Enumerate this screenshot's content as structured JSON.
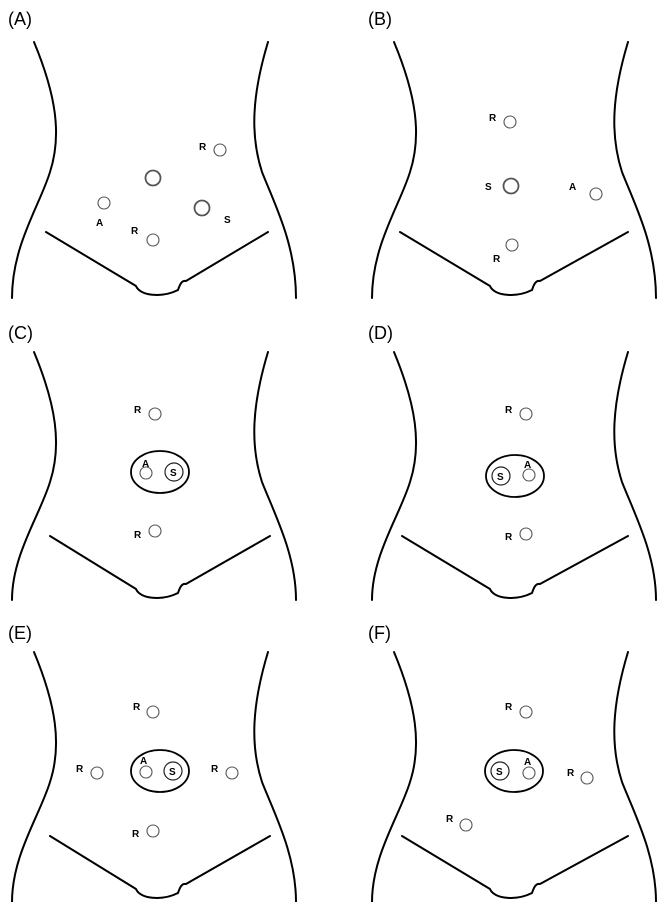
{
  "figure": {
    "panels": [
      {
        "id": "A",
        "label": "(A)",
        "ports": [
          {
            "kind": "R",
            "label": "R"
          },
          {
            "kind": "plain",
            "label": ""
          },
          {
            "kind": "A",
            "label": "A"
          },
          {
            "kind": "S",
            "label": "S"
          },
          {
            "kind": "R",
            "label": "R"
          }
        ]
      },
      {
        "id": "B",
        "label": "(B)",
        "ports": [
          {
            "kind": "R",
            "label": "R"
          },
          {
            "kind": "S",
            "label": "S"
          },
          {
            "kind": "A",
            "label": "A"
          },
          {
            "kind": "R",
            "label": "R"
          }
        ]
      },
      {
        "id": "C",
        "label": "(C)",
        "ports": [
          {
            "kind": "R",
            "label": "R"
          },
          {
            "kind": "A",
            "label": "A"
          },
          {
            "kind": "S",
            "label": "S"
          },
          {
            "kind": "R",
            "label": "R"
          }
        ]
      },
      {
        "id": "D",
        "label": "(D)",
        "ports": [
          {
            "kind": "R",
            "label": "R"
          },
          {
            "kind": "S",
            "label": "S"
          },
          {
            "kind": "A",
            "label": "A"
          },
          {
            "kind": "R",
            "label": "R"
          }
        ]
      },
      {
        "id": "E",
        "label": "(E)",
        "ports": [
          {
            "kind": "R",
            "label": "R"
          },
          {
            "kind": "R",
            "label": "R"
          },
          {
            "kind": "A",
            "label": "A"
          },
          {
            "kind": "S",
            "label": "S"
          },
          {
            "kind": "R",
            "label": "R"
          },
          {
            "kind": "R",
            "label": "R"
          }
        ]
      },
      {
        "id": "F",
        "label": "(F)",
        "ports": [
          {
            "kind": "R",
            "label": "R"
          },
          {
            "kind": "S",
            "label": "S"
          },
          {
            "kind": "A",
            "label": "A"
          },
          {
            "kind": "R",
            "label": "R"
          },
          {
            "kind": "R",
            "label": "R"
          }
        ]
      }
    ]
  }
}
